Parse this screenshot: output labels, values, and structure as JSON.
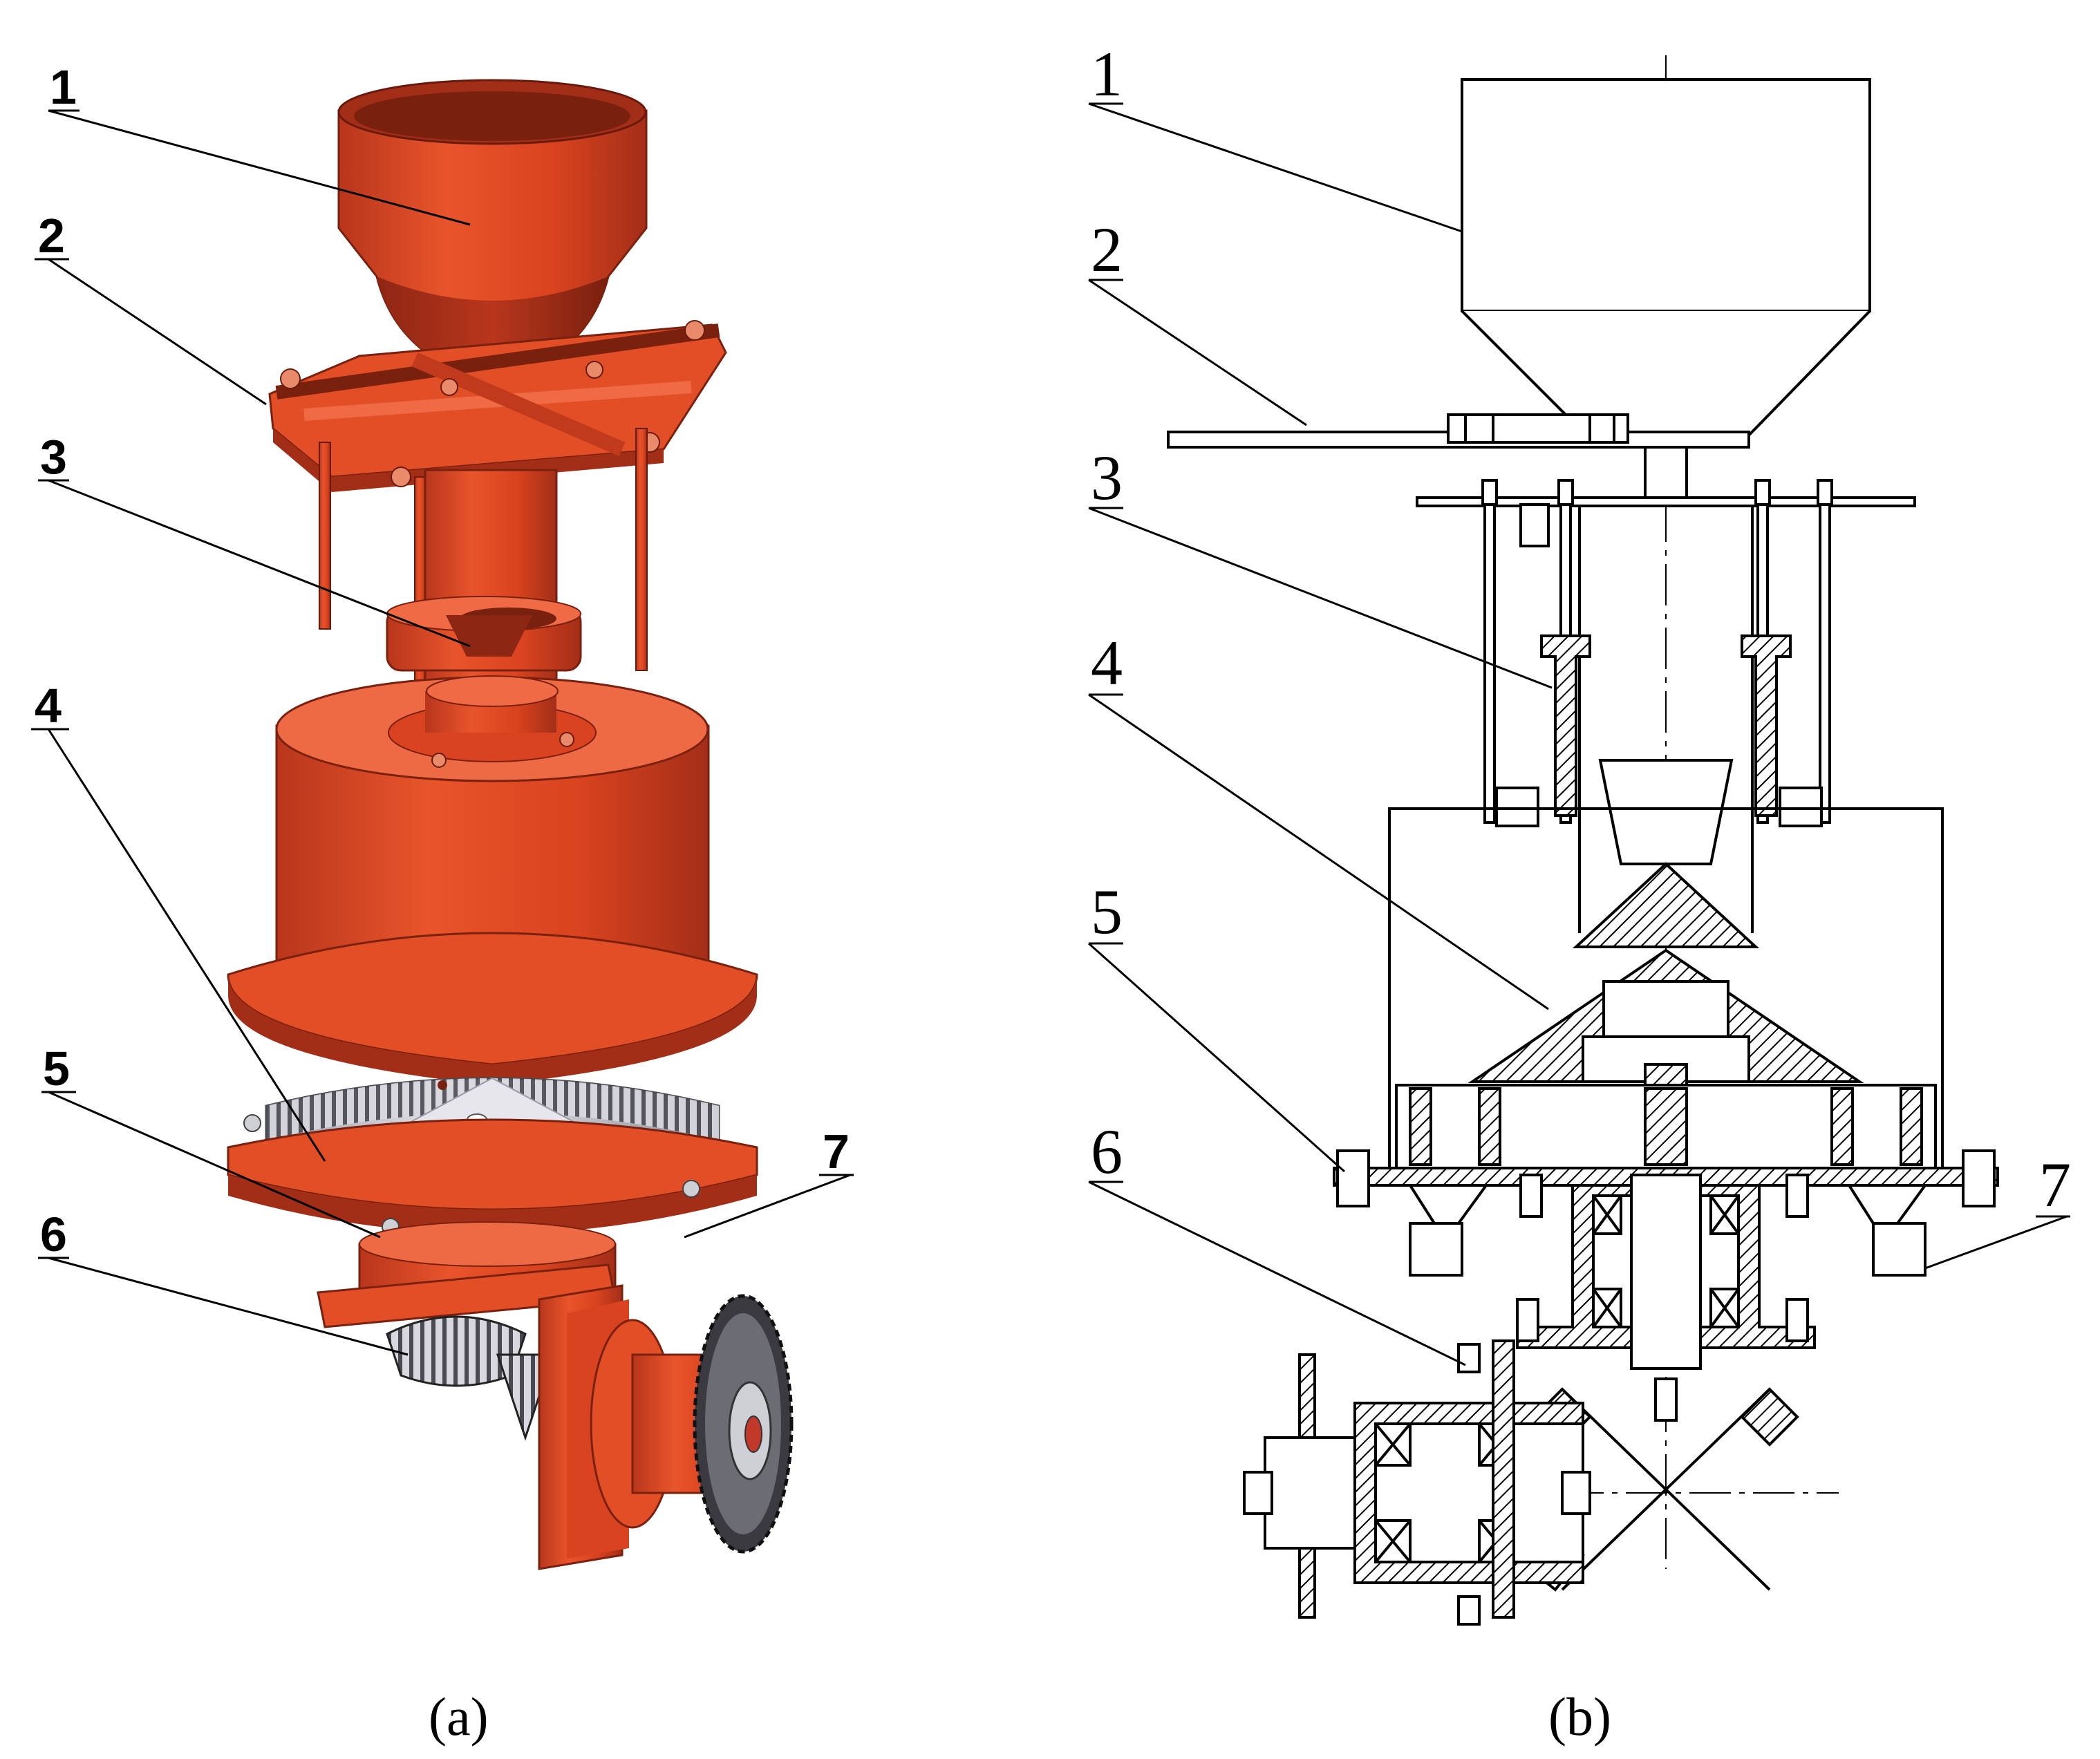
{
  "figure": {
    "panel_a": {
      "caption": "(a)",
      "labels": [
        "1",
        "2",
        "3",
        "4",
        "5",
        "6",
        "7"
      ]
    },
    "panel_b": {
      "caption": "(b)",
      "labels": [
        "1",
        "2",
        "3",
        "4",
        "5",
        "6",
        "7"
      ]
    },
    "colors": {
      "part_red": "#d9431f",
      "part_red_dark": "#a8301a",
      "part_red_light": "#ee6a45",
      "steel": "#c9c9cf",
      "steel_dark": "#6c6c74",
      "line": "#000000",
      "hatch": "#000000"
    }
  }
}
